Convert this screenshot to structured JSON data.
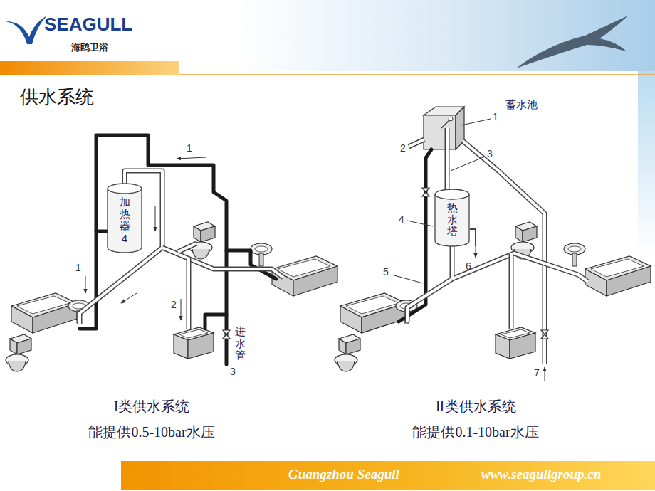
{
  "diagram": {
    "title": "供水系统",
    "nodes": [
      {
        "text": [
          "加热器",
          "4"
        ]
      },
      {
        "text": [
          "热水塔"
        ]
      }
    ],
    "labels": [
      "SEAGULL",
      "海鸥卫浴",
      "1",
      "1",
      "2",
      "进水管",
      "3",
      "蓄水池",
      "1",
      "2",
      "3",
      "5",
      "6",
      "7",
      "4",
      "I类供水系统",
      "能提供0.5-10bar水压",
      "Ⅱ类供水系统",
      "能提供0.1-10bar水压",
      "Guangzhou Seagull",
      "www.seagullgroup.cn"
    ]
  }
}
